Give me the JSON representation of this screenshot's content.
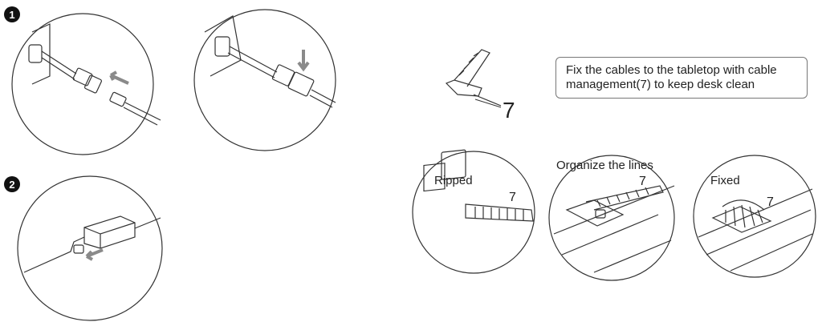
{
  "steps": {
    "step1": "1",
    "step2": "2"
  },
  "callout": {
    "number": "7"
  },
  "note": {
    "text": "Fix the cables to the tabletop with cable management(7) to keep desk clean"
  },
  "panels": {
    "ripped": {
      "label": "Ripped",
      "number": "7"
    },
    "organize": {
      "label": "Organize the lines",
      "number": "7"
    },
    "fixed": {
      "label": "Fixed",
      "number": "7"
    }
  },
  "colors": {
    "line": "#222222",
    "arrow": "#8a8a8a",
    "badge": "#111111"
  }
}
